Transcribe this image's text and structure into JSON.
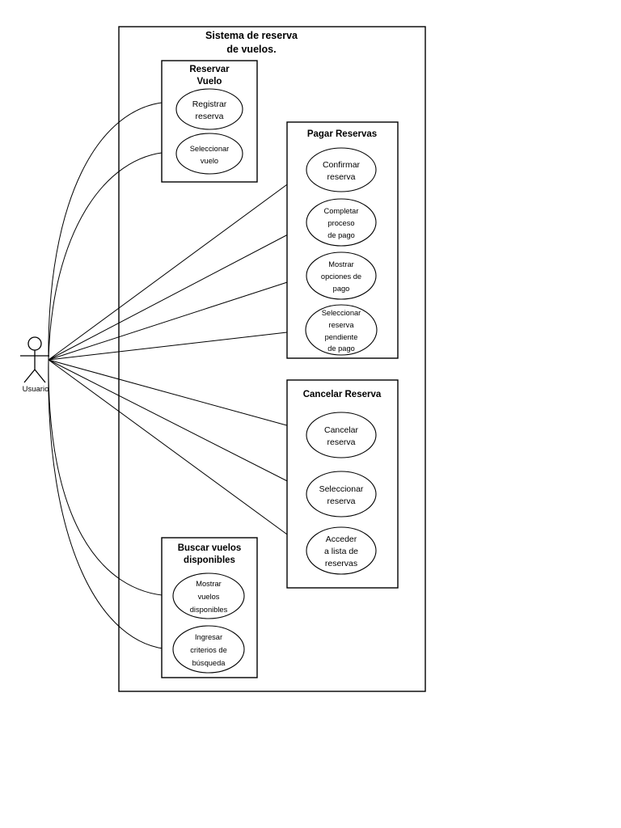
{
  "diagram": {
    "kind": "uml-use-case-diagram",
    "system": {
      "title_line1": "Sistema de reserva",
      "title_line2": "de vuelos."
    },
    "actor": {
      "label": "Usuario",
      "icon": "stick-figure-actor-icon"
    },
    "packages": [
      {
        "id": "reservar-vuelo",
        "title_line1": "Reservar",
        "title_line2": "Vuelo",
        "use_cases": [
          {
            "id": "registrar-reserva",
            "lines": [
              "Registrar",
              "reserva"
            ]
          },
          {
            "id": "seleccionar-vuelo",
            "lines": [
              "Seleccionar",
              "vuelo"
            ]
          }
        ]
      },
      {
        "id": "pagar-reservas",
        "title_line1": "Pagar Reservas",
        "title_line2": "",
        "use_cases": [
          {
            "id": "confirmar-reserva",
            "lines": [
              "Confirmar",
              "reserva"
            ]
          },
          {
            "id": "completar-proceso-de-pago",
            "lines": [
              "Completar",
              "proceso",
              "de pago"
            ]
          },
          {
            "id": "mostrar-opciones-de-pago",
            "lines": [
              "Mostrar",
              "opciones de",
              "pago"
            ]
          },
          {
            "id": "seleccionar-reserva-pendiente-de-pago",
            "lines": [
              "Seleccionar",
              "reserva",
              "pendiente",
              "de pago"
            ]
          }
        ]
      },
      {
        "id": "cancelar-reserva",
        "title_line1": "Cancelar Reserva",
        "title_line2": "",
        "use_cases": [
          {
            "id": "cancelar-reserva-uc",
            "lines": [
              "Cancelar",
              "reserva"
            ]
          },
          {
            "id": "seleccionar-reserva",
            "lines": [
              "Seleccionar",
              "reserva"
            ]
          },
          {
            "id": "acceder-a-lista-de-reservas",
            "lines": [
              "Acceder",
              "a lista de",
              "reservas"
            ]
          }
        ]
      },
      {
        "id": "buscar-vuelos-disponibles",
        "title_line1": "Buscar vuelos",
        "title_line2": "disponibles",
        "use_cases": [
          {
            "id": "mostrar-vuelos-disponibles",
            "lines": [
              "Mostrar",
              "vuelos",
              "disponibles"
            ]
          },
          {
            "id": "ingresar-criterios-de-busqueda",
            "lines": [
              "Ingresar",
              "criterios de",
              "búsqueda"
            ]
          }
        ]
      }
    ],
    "associations": [
      {
        "from": "usuario",
        "to": "registrar-reserva"
      },
      {
        "from": "usuario",
        "to": "seleccionar-vuelo"
      },
      {
        "from": "usuario",
        "to": "confirmar-reserva"
      },
      {
        "from": "usuario",
        "to": "completar-proceso-de-pago"
      },
      {
        "from": "usuario",
        "to": "mostrar-opciones-de-pago"
      },
      {
        "from": "usuario",
        "to": "seleccionar-reserva-pendiente-de-pago"
      },
      {
        "from": "usuario",
        "to": "cancelar-reserva-uc"
      },
      {
        "from": "usuario",
        "to": "seleccionar-reserva"
      },
      {
        "from": "usuario",
        "to": "acceder-a-lista-de-reservas"
      },
      {
        "from": "usuario",
        "to": "mostrar-vuelos-disponibles"
      },
      {
        "from": "usuario",
        "to": "ingresar-criterios-de-busqueda"
      }
    ],
    "colors": {
      "stroke": "#000000",
      "fill": "#ffffff",
      "background": "#ffffff"
    }
  }
}
